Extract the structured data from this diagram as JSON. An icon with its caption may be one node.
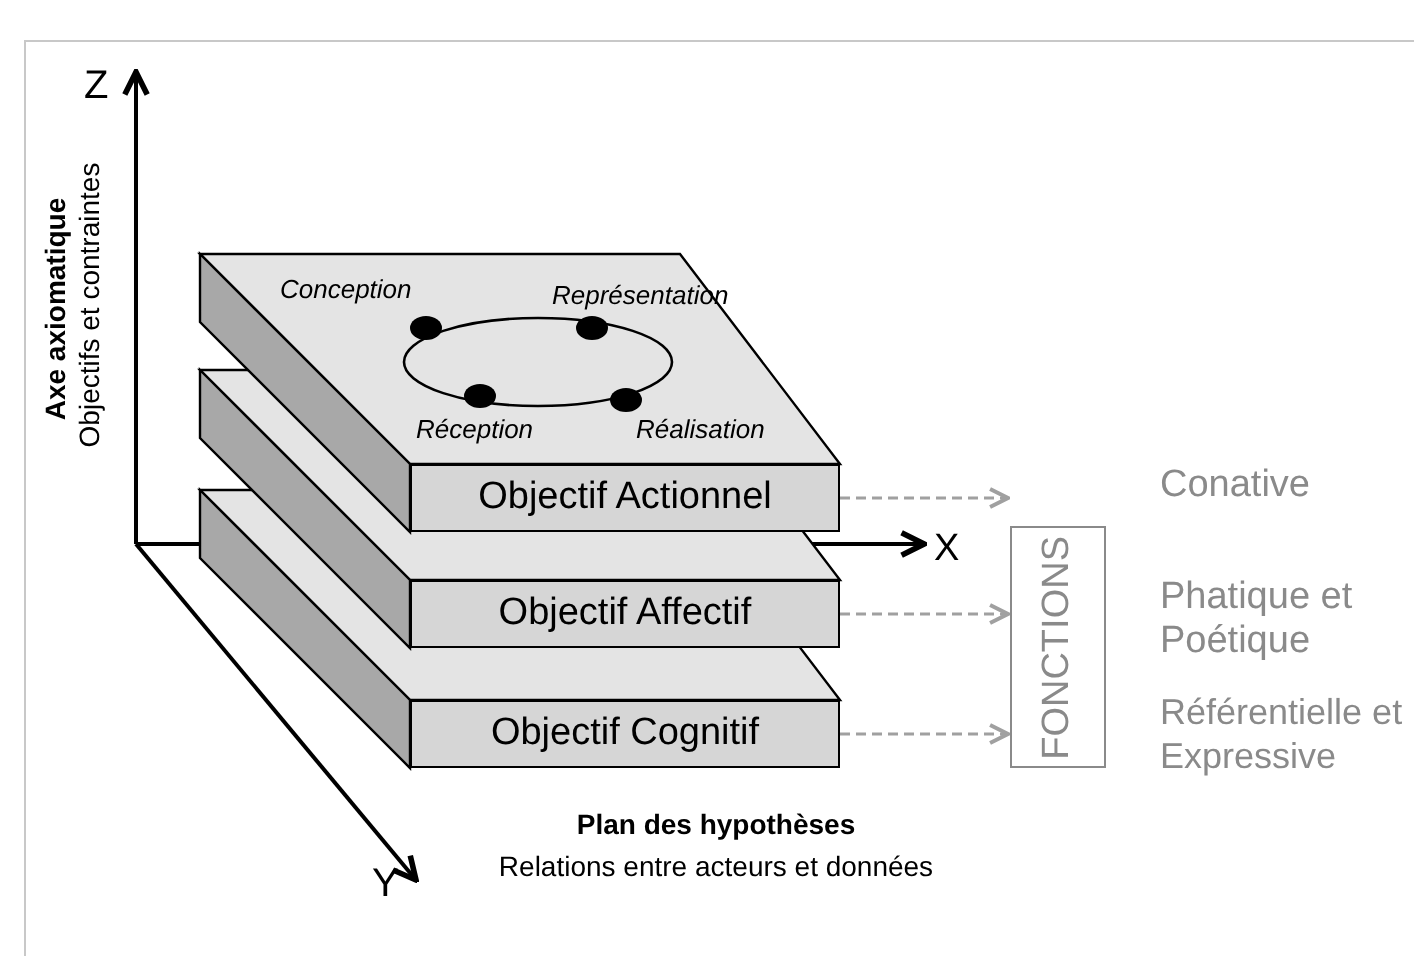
{
  "diagram": {
    "nodes": [
      {
        "text": [
          "Objectif Actionnel"
        ]
      },
      {
        "text": [
          "Objectif Affectif"
        ]
      },
      {
        "text": [
          "Objectif Cognitif"
        ]
      },
      {
        "text": [
          "FONCTIONS"
        ]
      }
    ],
    "edges": [
      {
        "from": 0,
        "to": 3,
        "arrow": "to",
        "style": "dashed"
      },
      {
        "from": 1,
        "to": 3,
        "arrow": "to",
        "style": "dashed"
      },
      {
        "from": 2,
        "to": 3,
        "arrow": "to",
        "style": "dashed"
      }
    ],
    "labels": [
      "Z",
      "Axe axiomatique",
      "Objectifs et contraintes",
      "Conception",
      "Représentation",
      "Réception",
      "Réalisation",
      "X",
      "Conative",
      "Phatique et Poétique",
      "Référentielle et Expressive",
      "Y",
      "Plan des hypothèses",
      "Relations entre acteurs et données"
    ]
  }
}
